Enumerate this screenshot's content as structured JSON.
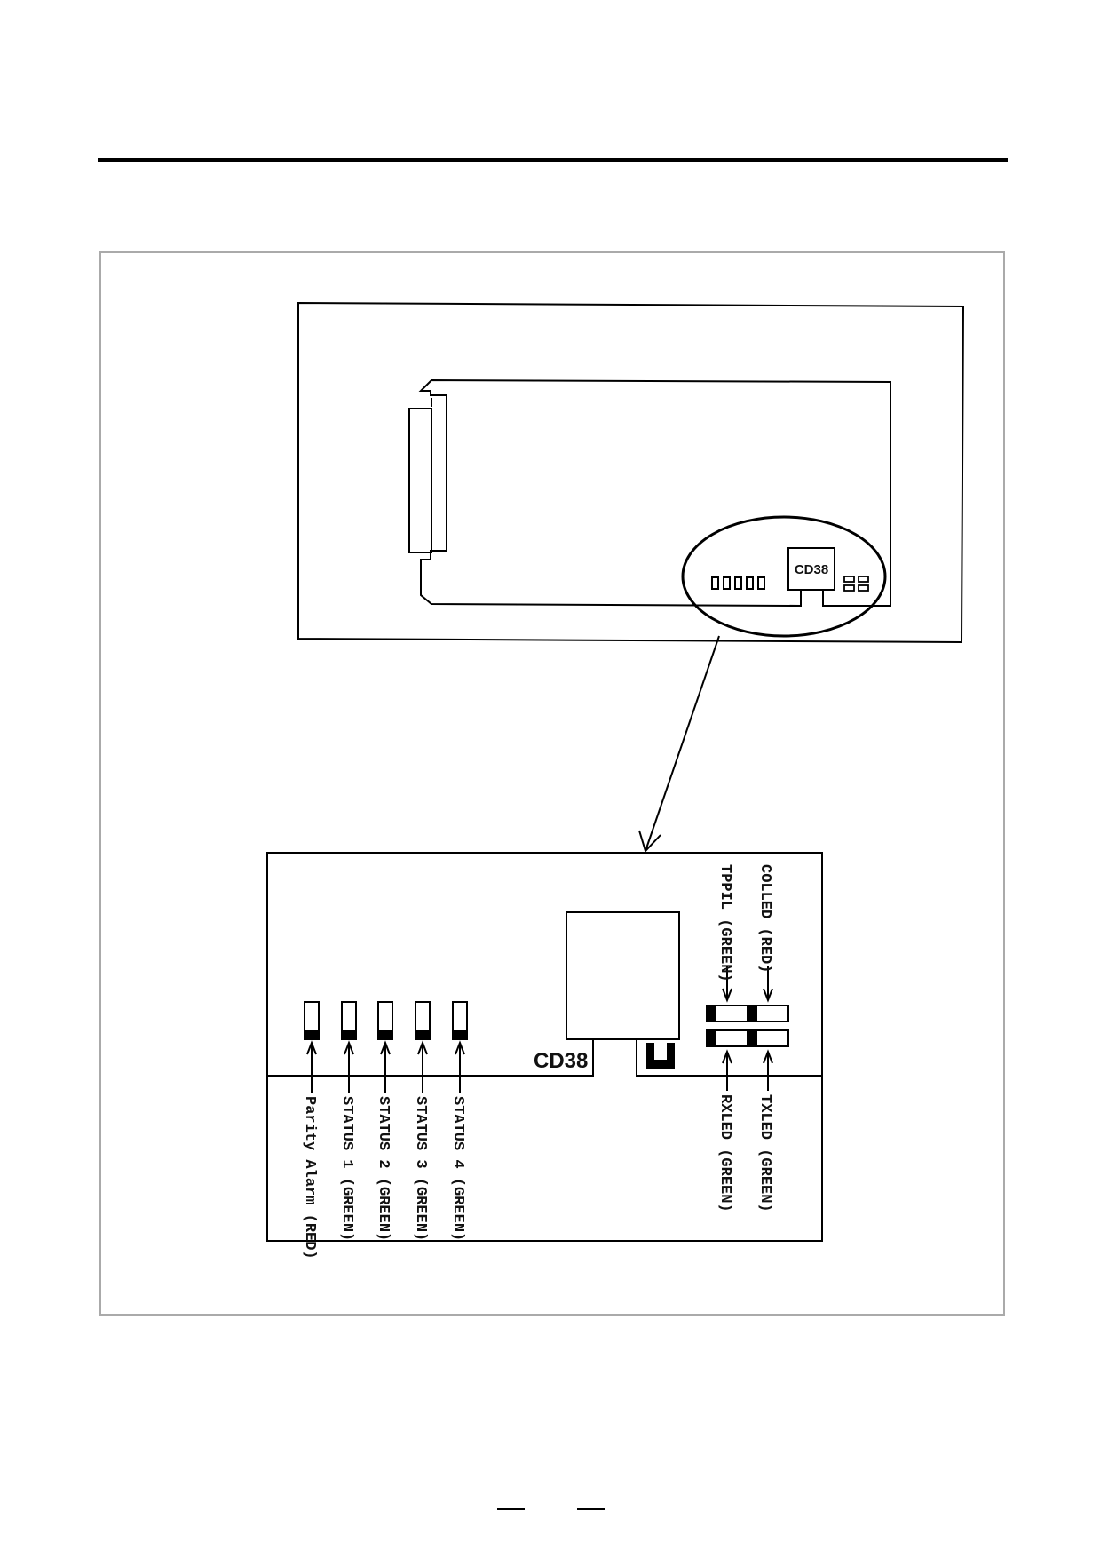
{
  "board": {
    "connector_label": "CD38"
  },
  "detail": {
    "connector_label": "CD38",
    "left_leds": [
      {
        "label": "Parity Alarm (RED)"
      },
      {
        "label": "STATUS 1 (GREEN)"
      },
      {
        "label": "STATUS 2 (GREEN)"
      },
      {
        "label": "STATUS 3 (GREEN)"
      },
      {
        "label": "STATUS 4 (GREEN)"
      }
    ],
    "right_leds": {
      "top_left": "TPPIL (GREEN)",
      "top_right": "COLLED (RED)",
      "bottom_left": "RXLED (GREEN)",
      "bottom_right": "TXLED (GREEN)"
    }
  }
}
